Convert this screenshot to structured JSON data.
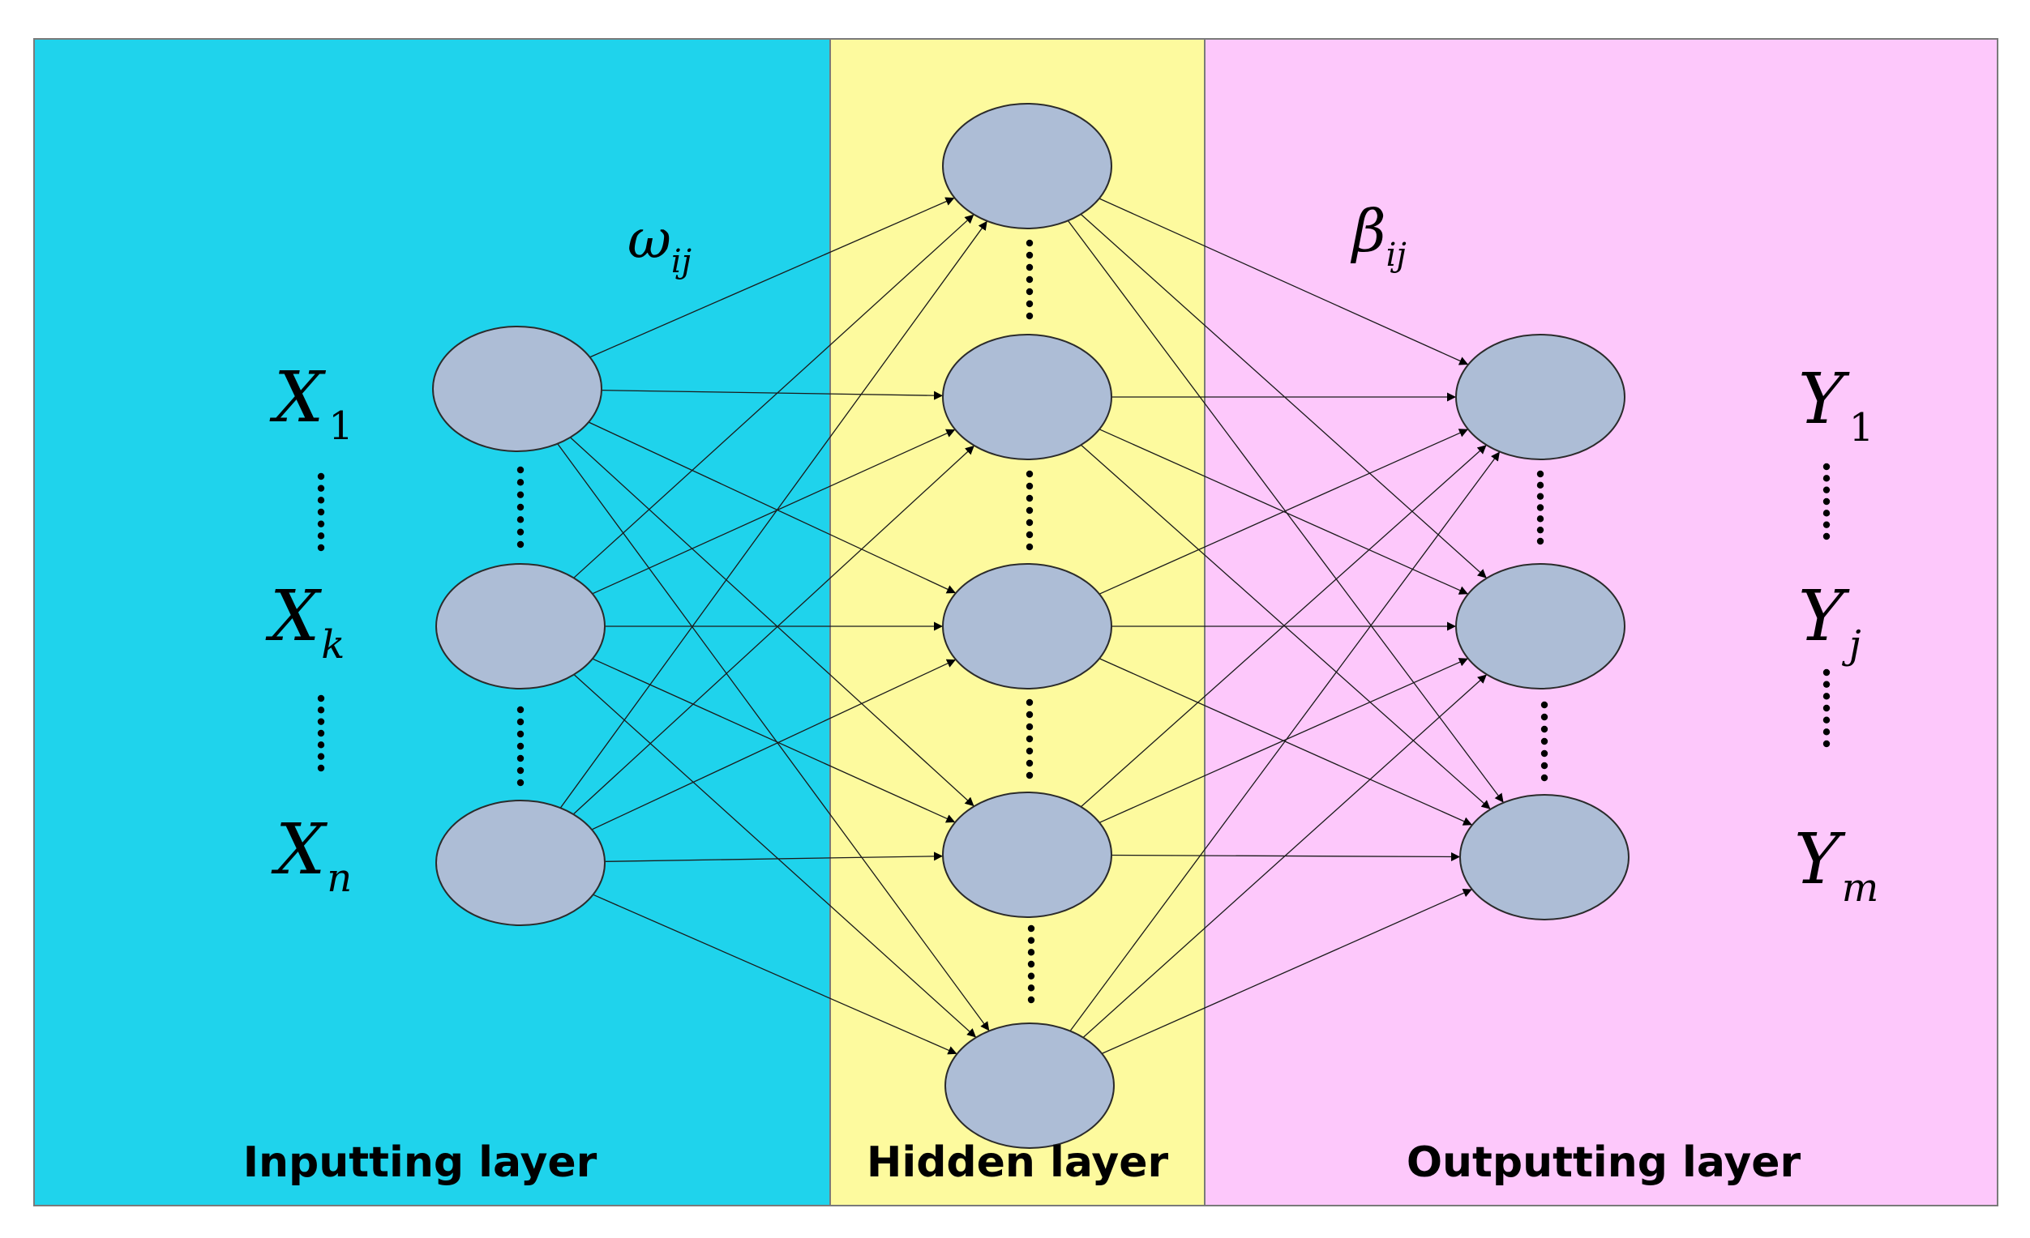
{
  "layers": {
    "input": {
      "label": "Inputting layer",
      "color": "#1fd3ec"
    },
    "hidden": {
      "label": "Hidden layer",
      "color": "#fdfa9e"
    },
    "output": {
      "label": "Outputting layer",
      "color": "#fdc8fb"
    }
  },
  "weights": {
    "input_hidden": {
      "symbol": "ω",
      "subscript": "ij"
    },
    "hidden_output": {
      "symbol": "β",
      "subscript": "ij"
    }
  },
  "inputs": [
    {
      "symbol": "X",
      "subscript": "1"
    },
    {
      "symbol": "X",
      "subscript": "k"
    },
    {
      "symbol": "X",
      "subscript": "n"
    }
  ],
  "outputs": [
    {
      "symbol": "Y",
      "subscript": "1"
    },
    {
      "symbol": "Y",
      "subscript": "j"
    },
    {
      "symbol": "Y",
      "subscript": "m"
    }
  ],
  "colors": {
    "node_fill": "#adbdd6",
    "node_stroke": "#2b2b2b",
    "edge": "#1a1a1a",
    "panel_border": "#7a7a7a"
  }
}
